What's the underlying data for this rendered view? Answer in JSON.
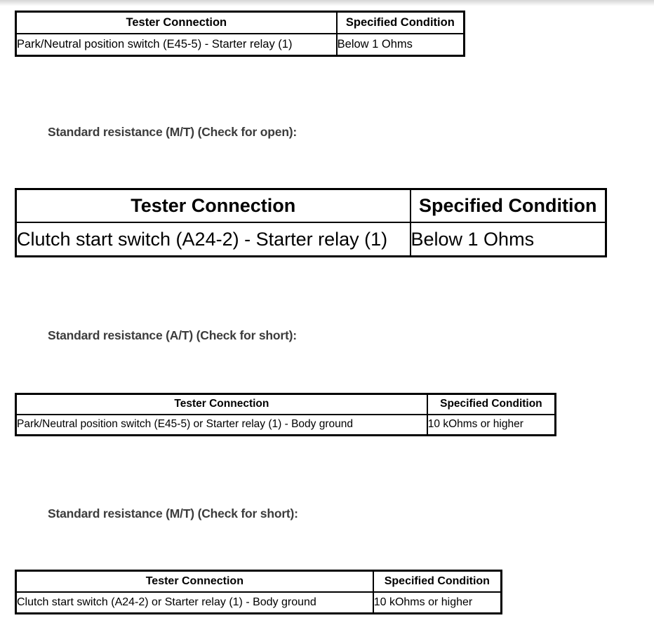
{
  "page": {
    "background_color": "#ffffff",
    "text_color": "#000000",
    "heading_color": "#3c3c3c",
    "border_color": "#000000",
    "top_strip_color": "#d6d6d6"
  },
  "columns": {
    "tester_connection": "Tester Connection",
    "specified_condition": "Specified Condition"
  },
  "tables": [
    {
      "id": "table-1",
      "headers": [
        "Tester Connection",
        "Specified Condition"
      ],
      "rows": [
        [
          "Park/Neutral position switch (E45-5) - Starter relay (1)",
          "Below 1 Ohms"
        ]
      ]
    },
    {
      "id": "table-2",
      "headers": [
        "Tester Connection",
        "Specified Condition"
      ],
      "rows": [
        [
          "Clutch start switch (A24-2) - Starter relay (1)",
          "Below 1 Ohms"
        ]
      ]
    },
    {
      "id": "table-3",
      "headers": [
        "Tester Connection",
        "Specified Condition"
      ],
      "rows": [
        [
          "Park/Neutral position switch (E45-5) or Starter relay (1) - Body ground",
          "10 kOhms or higher"
        ]
      ]
    },
    {
      "id": "table-4",
      "headers": [
        "Tester Connection",
        "Specified Condition"
      ],
      "rows": [
        [
          "Clutch start switch (A24-2) or Starter relay (1) - Body ground",
          "10 kOhms or higher"
        ]
      ]
    }
  ],
  "headings": [
    "Standard resistance (M/T) (Check for open):",
    "Standard resistance (A/T) (Check for short):",
    "Standard resistance (M/T) (Check for short):"
  ]
}
